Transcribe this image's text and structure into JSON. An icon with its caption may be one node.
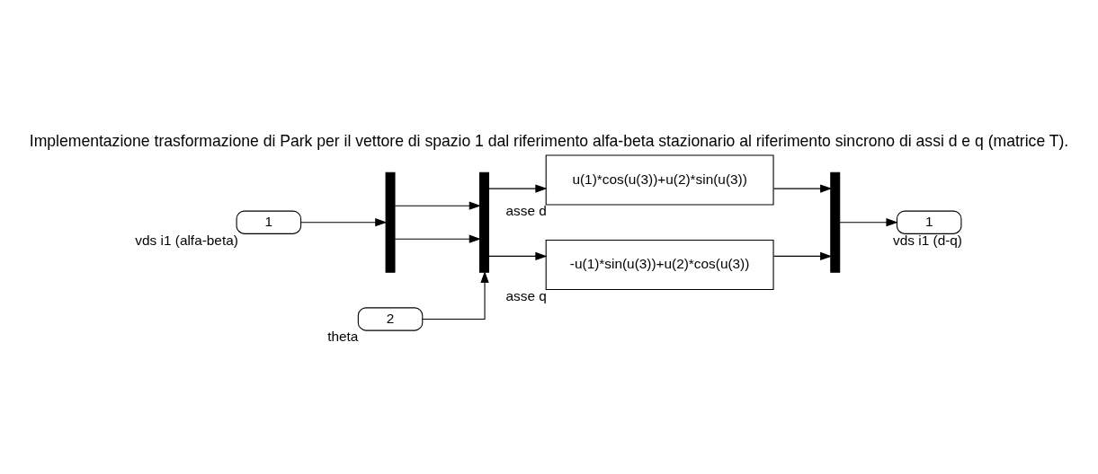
{
  "diagram": {
    "title": "Implementazione trasformazione di Park per il vettore di spazio 1 dal riferimento alfa-beta stazionario al riferimento sincrono di assi d e q (matrice T).",
    "nodes": [
      {
        "text": [
          "1"
        ],
        "beside": [
          "vds i1 (alfa-beta)"
        ]
      },
      {
        "text": [],
        "shape": "bar"
      },
      {
        "text": [
          "2"
        ],
        "beside": [
          "theta"
        ]
      },
      {
        "text": [],
        "shape": "bar"
      },
      {
        "text": [
          "u(1)*cos(u(3))+u(2)*sin(u(3))"
        ],
        "beside": [
          "asse d"
        ]
      },
      {
        "text": [
          "-u(1)*sin(u(3))+u(2)*cos(u(3))"
        ],
        "beside": [
          "asse q"
        ]
      },
      {
        "text": [],
        "shape": "bar"
      },
      {
        "text": [
          "1"
        ],
        "beside": [
          "vds i1 (d-q)"
        ]
      }
    ],
    "edges": [
      {
        "from": 0,
        "to": 1,
        "arrow": "to"
      },
      {
        "from": 1,
        "to": 3,
        "arrow": "to"
      },
      {
        "from": 1,
        "to": 3,
        "arrow": "to"
      },
      {
        "from": 2,
        "to": 3,
        "arrow": "to"
      },
      {
        "from": 3,
        "to": 4,
        "arrow": "to"
      },
      {
        "from": 3,
        "to": 5,
        "arrow": "to"
      },
      {
        "from": 4,
        "to": 6,
        "arrow": "to"
      },
      {
        "from": 5,
        "to": 6,
        "arrow": "to"
      },
      {
        "from": 6,
        "to": 7,
        "arrow": "to"
      }
    ]
  }
}
